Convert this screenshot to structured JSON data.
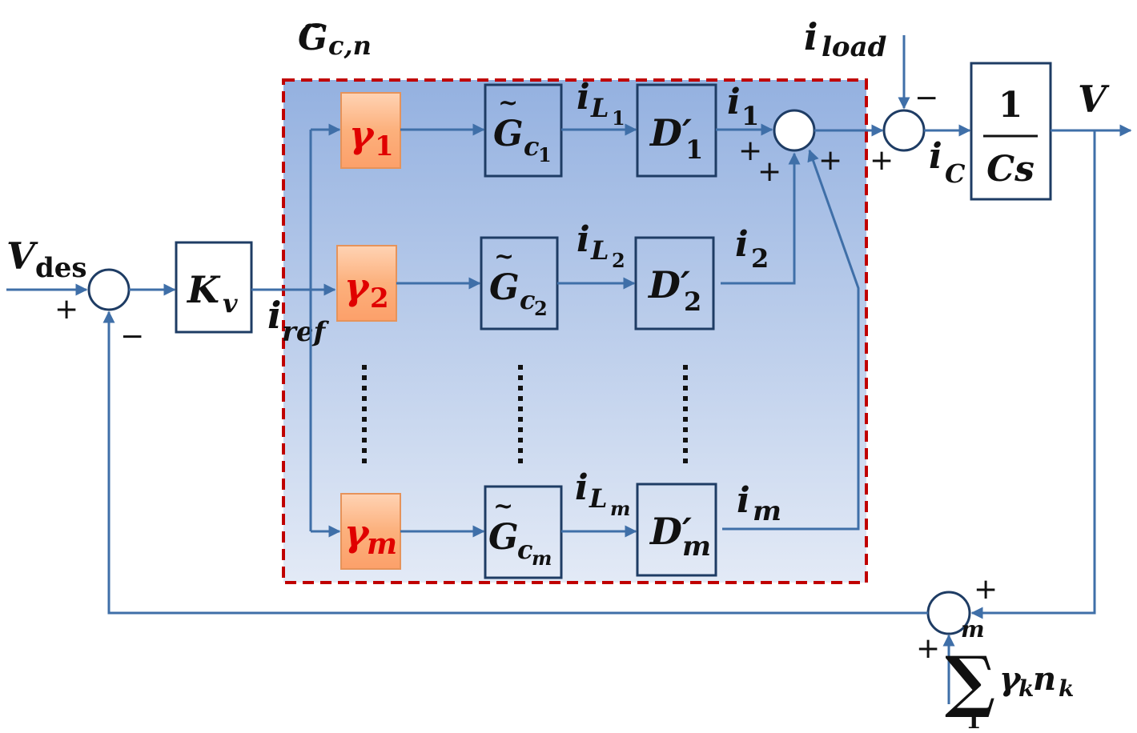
{
  "labels": {
    "gc_n": "G",
    "gc_n_sub": "c,n",
    "i_load": "i",
    "i_load_sub": "load",
    "one": "1",
    "cs": "Cs",
    "v_out": "V",
    "i_c": "i",
    "i_c_sub": "C",
    "v_des": "V",
    "v_des_sub": "des",
    "k_v": "K",
    "k_v_sub": "v",
    "i_ref": "i",
    "i_ref_sub": "ref",
    "gamma": "γ",
    "gamma_1_sub": "1",
    "gamma_2_sub": "2",
    "gamma_m_sub": "m",
    "g_tilde": "G",
    "g1_sub": "c",
    "g1_subsub": "1",
    "g2_sub": "c",
    "g2_subsub": "2",
    "gm_sub": "c",
    "gm_subsub": "m",
    "i_l": "i",
    "il1_sub": "L",
    "il1_subsub": "1",
    "il2_sub": "L",
    "il2_subsub": "2",
    "ilm_sub": "L",
    "ilm_subsub": "m",
    "d_prime": "D′",
    "d1_sub": "1",
    "d2_sub": "2",
    "dm_sub": "m",
    "i_branch": "i",
    "i1_sub": "1",
    "i2_sub": "2",
    "im_sub": "m",
    "sum_top": "m",
    "sum_symbol": "∑",
    "sum_bottom": "1",
    "sum_term_gamma": "γ",
    "sum_term_gamma_sub": "k",
    "sum_term_n": "n",
    "sum_term_n_sub": "k"
  },
  "signs": {
    "plus": "+",
    "minus": "−"
  },
  "colors": {
    "line": "#3f6fa8",
    "box_border": "#1e3c64",
    "dashed_border": "#c00000",
    "gamma_text": "#e00000",
    "gamma_fill": "#fbb07e"
  }
}
